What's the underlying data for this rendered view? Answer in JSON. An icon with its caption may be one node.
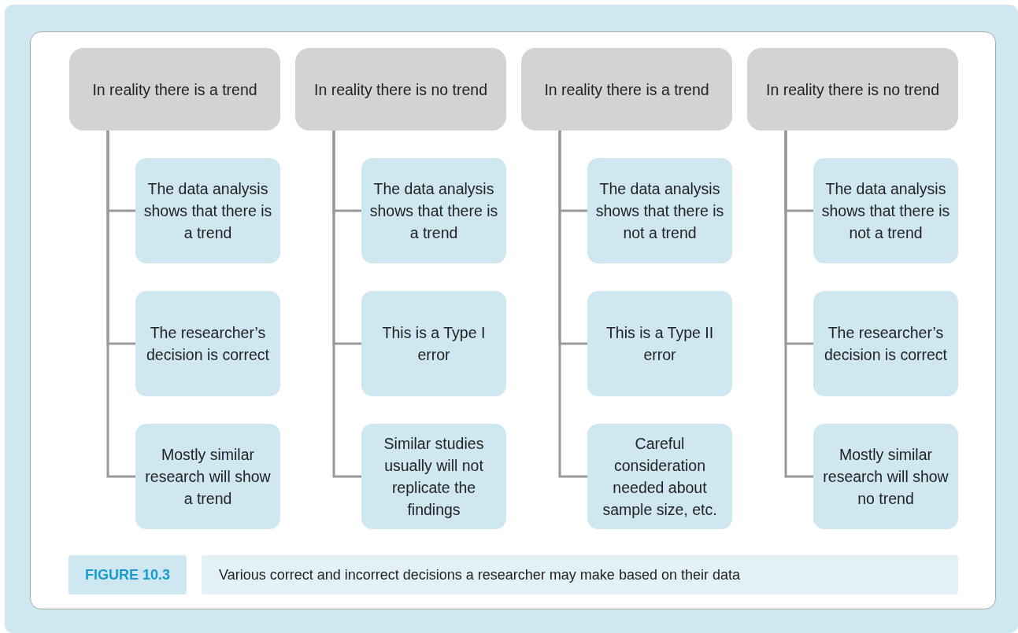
{
  "diagram": {
    "caption": "Various correct and incorrect decisions a researcher may make based on their data",
    "nodes": [
      {
        "text": [
          "In reality there is a trend"
        ]
      },
      {
        "text": [
          "The data analysis shows that there is a trend"
        ]
      },
      {
        "text": [
          "The researcher’s decision is correct"
        ]
      },
      {
        "text": [
          "Mostly similar research will show a trend"
        ]
      },
      {
        "text": [
          "In reality there is no trend"
        ]
      },
      {
        "text": [
          "The data analysis shows that there is a trend"
        ]
      },
      {
        "text": [
          "This is a Type I error"
        ]
      },
      {
        "text": [
          "Similar studies usually will not replicate the findings"
        ]
      },
      {
        "text": [
          "In reality there is a trend"
        ]
      },
      {
        "text": [
          "The data analysis shows that there is not a trend"
        ]
      },
      {
        "text": [
          "This is a Type II error"
        ]
      },
      {
        "text": [
          "Careful consideration needed about sample size, etc."
        ]
      },
      {
        "text": [
          "In reality there is no trend"
        ]
      },
      {
        "text": [
          "The data analysis shows that there is not a trend"
        ]
      },
      {
        "text": [
          "The researcher’s decision is correct"
        ]
      },
      {
        "text": [
          "Mostly similar research will show no trend"
        ]
      }
    ],
    "edges": [
      {
        "from": 0,
        "to": 1,
        "arrow": "none"
      },
      {
        "from": 0,
        "to": 2,
        "arrow": "none"
      },
      {
        "from": 0,
        "to": 3,
        "arrow": "none"
      },
      {
        "from": 4,
        "to": 5,
        "arrow": "none"
      },
      {
        "from": 4,
        "to": 6,
        "arrow": "none"
      },
      {
        "from": 4,
        "to": 7,
        "arrow": "none"
      },
      {
        "from": 8,
        "to": 9,
        "arrow": "none"
      },
      {
        "from": 8,
        "to": 10,
        "arrow": "none"
      },
      {
        "from": 8,
        "to": 11,
        "arrow": "none"
      },
      {
        "from": 12,
        "to": 13,
        "arrow": "none"
      },
      {
        "from": 12,
        "to": 14,
        "arrow": "none"
      },
      {
        "from": 12,
        "to": 15,
        "arrow": "none"
      }
    ],
    "labels": [
      "FIGURE 10.3"
    ]
  }
}
